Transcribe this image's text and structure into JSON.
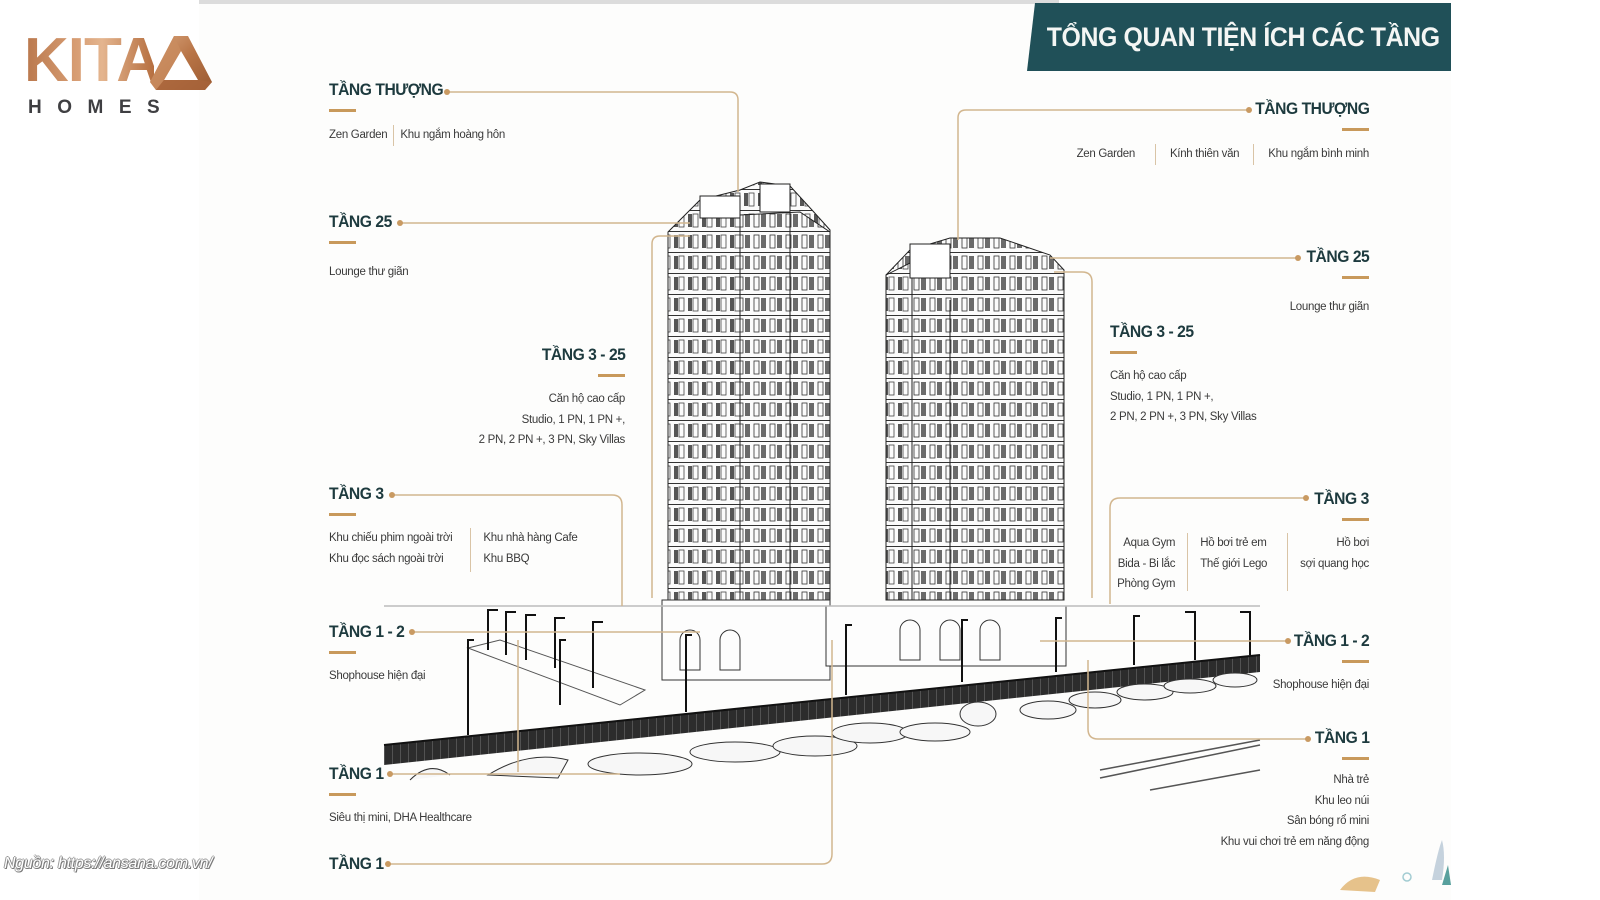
{
  "logo": {
    "brand": "KITA",
    "sub": "HOMES",
    "colors": {
      "copper": "#c4875c",
      "text_dark": "#3f3f42"
    }
  },
  "banner": {
    "title": "TỔNG QUAN TIỆN ÍCH CÁC TẦNG",
    "bg_color": "#205058"
  },
  "left_tower": {
    "rooftop": {
      "title": "TẦNG THƯỢNG",
      "items": [
        "Zen Garden",
        "Khu ngắm hoàng hôn"
      ]
    },
    "floor25": {
      "title": "TẦNG 25",
      "items": [
        "Lounge thư giãn"
      ]
    },
    "floor3_25": {
      "title": "TẦNG 3 - 25",
      "lines": [
        "Căn hộ cao cấp",
        "Studio, 1 PN, 1 PN +,",
        "2 PN, 2 PN +, 3 PN, Sky Villas"
      ]
    },
    "floor3": {
      "title": "TẦNG 3",
      "col1": [
        "Khu chiếu phim ngoài trời",
        "Khu đọc sách ngoài trời"
      ],
      "col2": [
        "Khu nhà hàng Cafe",
        "Khu BBQ"
      ]
    },
    "floor1_2": {
      "title": "TẦNG 1 - 2",
      "items": [
        "Shophouse hiện đại"
      ]
    },
    "floor1": {
      "title": "TẦNG 1",
      "items": [
        "Siêu thị mini, DHA Healthcare"
      ]
    },
    "floor1b": {
      "title": "TẦNG 1"
    }
  },
  "right_tower": {
    "rooftop": {
      "title": "TẦNG THƯỢNG",
      "items": [
        "Zen Garden",
        "Kính thiên văn",
        "Khu ngắm bình minh"
      ]
    },
    "floor25": {
      "title": "TẦNG 25",
      "items": [
        "Lounge thư giãn"
      ]
    },
    "floor3_25": {
      "title": "TẦNG 3 - 25",
      "lines": [
        "Căn hộ cao cấp",
        "Studio, 1 PN, 1 PN +,",
        "2 PN, 2 PN +, 3 PN, Sky Villas"
      ]
    },
    "floor3": {
      "title": "TẦNG 3",
      "col1": [
        "Aqua Gym",
        "Bida - Bi lắc",
        "Phòng Gym"
      ],
      "col2": [
        "Hồ bơi trẻ em",
        "Thế giới Lego"
      ],
      "col3": [
        "Hồ bơi",
        "sợi quang học"
      ]
    },
    "floor1_2": {
      "title": "TẦNG 1 - 2",
      "items": [
        "Shophouse hiện đại"
      ]
    },
    "floor1": {
      "title": "TẦNG 1",
      "lines": [
        "Nhà trẻ",
        "Khu leo núi",
        "Sân bóng rổ mini",
        "Khu vui chơi trẻ em năng động"
      ]
    }
  },
  "colors": {
    "heading": "#1d3a3e",
    "accent_gold": "#c8995b",
    "leader_line": "#d2b68e",
    "body_text": "#3a3a3a"
  },
  "source": {
    "text": "Nguồn: https://ansana.com.vn/"
  }
}
